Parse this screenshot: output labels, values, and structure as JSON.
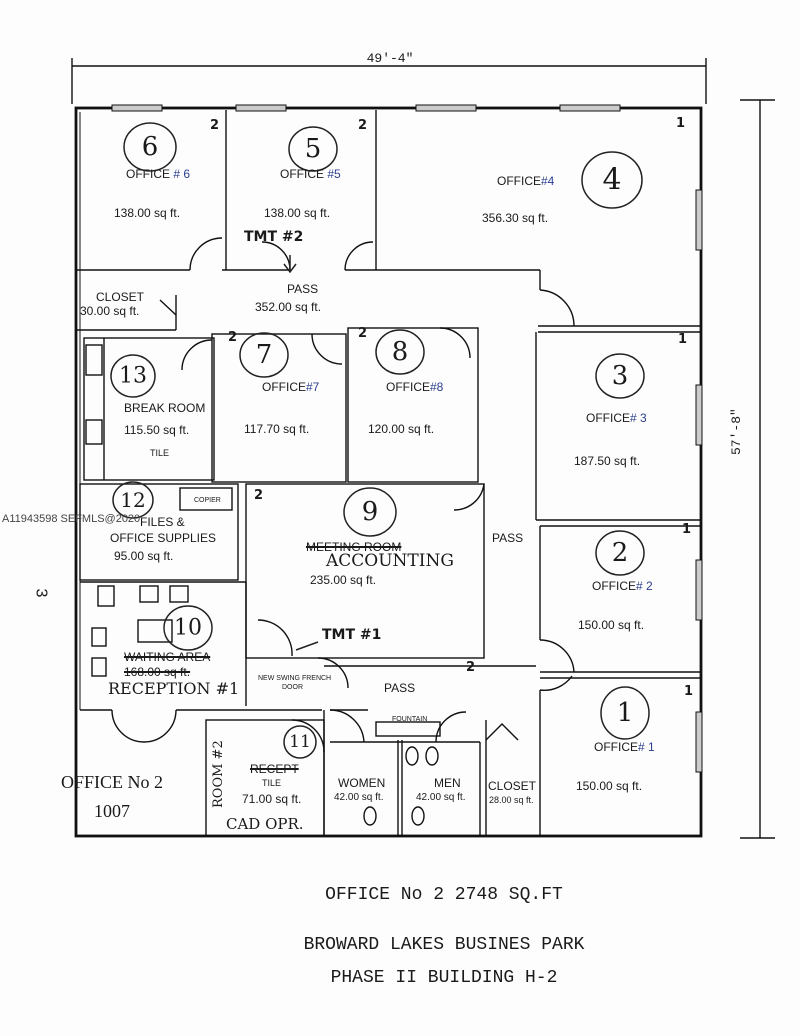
{
  "dimensions": {
    "width": "49'-4\"",
    "height": "57'-8\""
  },
  "watermark": "A11943598 SEFMLS@2020",
  "rooms": [
    {
      "id": "6",
      "title": "OFFICE",
      "num_text": "# 6",
      "area": "138.00 sq ft.",
      "marker": "2"
    },
    {
      "id": "5",
      "title": "OFFICE",
      "num_text": "#5",
      "area": "138.00 sq ft.",
      "marker": "2",
      "note": "TMT #2"
    },
    {
      "id": "4",
      "title": "OFFICE",
      "num_text": "#4",
      "area": "356.30 sq ft.",
      "marker": "1"
    },
    {
      "id": "3",
      "title": "OFFICE",
      "num_text": "# 3",
      "area": "187.50 sq ft.",
      "marker": "1"
    },
    {
      "id": "2",
      "title": "OFFICE",
      "num_text": "# 2",
      "area": "150.00 sq ft.",
      "marker": "1"
    },
    {
      "id": "1",
      "title": "OFFICE",
      "num_text": "# 1",
      "area": "150.00 sq ft.",
      "marker": "1"
    },
    {
      "id": "7",
      "title": "OFFICE",
      "num_text": "#7",
      "area": "117.70 sq ft.",
      "marker": "2"
    },
    {
      "id": "8",
      "title": "OFFICE",
      "num_text": "#8",
      "area": "120.00 sq ft.",
      "marker": "2"
    },
    {
      "id": "13",
      "title": "BREAK ROOM",
      "area": "115.50 sq ft.",
      "sub": "TILE"
    },
    {
      "id": "12",
      "title": "FILES &",
      "title2": "OFFICE SUPPLIES",
      "area": "95.00 sq ft.",
      "copier": "COPIER"
    },
    {
      "id": "9",
      "title_struck": "MEETING ROOM",
      "title_hw": "ACCOUNTING",
      "area": "235.00 sq ft.",
      "marker": "2",
      "note": "TMT #1"
    },
    {
      "id": "10",
      "title_struck": "WAITING AREA",
      "area_struck": "168.00 sq ft.",
      "title_hw": "RECEPTION #1"
    },
    {
      "id": "11",
      "title_struck": "RECEPT",
      "sub": "TILE",
      "area": "71.00 sq ft.",
      "side_hw": "ROOM #2",
      "bottom_hw": "CAD OPR."
    }
  ],
  "spaces": {
    "closet_top": {
      "label": "CLOSET",
      "area": "30.00 sq ft."
    },
    "pass_top": {
      "label": "PASS",
      "area": "352.00 sq ft."
    },
    "pass_right": "PASS",
    "pass_bottom": "PASS",
    "fountain": "FOUNTAIN",
    "french_door": "NEW SWING FRENCH",
    "french_door2": "DOOR",
    "women": {
      "label": "WOMEN",
      "area": "42.00 sq ft."
    },
    "men": {
      "label": "MEN",
      "area": "42.00 sq ft."
    },
    "closet_bottom": {
      "label": "CLOSET",
      "area": "28.00 sq ft."
    },
    "marker_pass": "2"
  },
  "side_note": "OFFICE No 2",
  "side_note2": "1007",
  "margin_mark": "3",
  "footer": {
    "line1": "OFFICE No 2  2748 SQ.FT",
    "line2": "BROWARD LAKES BUSINES PARK",
    "line3": "PHASE II  BUILDING H-2"
  }
}
